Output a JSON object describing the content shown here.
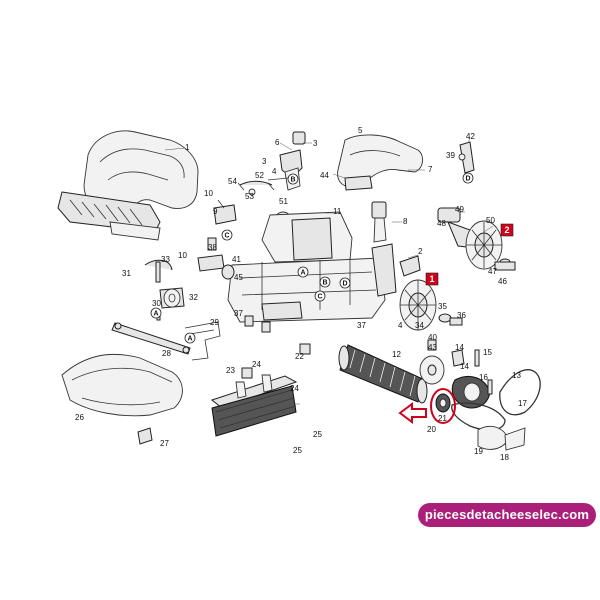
{
  "watermark": {
    "text": "piecesdetacheeselec.com",
    "color": "#a91f7a"
  },
  "accent_color": "#d0021b",
  "labels": {
    "n1": "1",
    "n2": "2",
    "n3": "3",
    "n4": "4",
    "n5": "5",
    "n6": "6",
    "n7": "7",
    "n8": "8",
    "n9": "9",
    "n10a": "10",
    "n10b": "10",
    "n11": "11",
    "n12": "12",
    "n13": "13",
    "n14": "14",
    "n15": "15",
    "n16": "16",
    "n17": "17",
    "n18": "18",
    "n19": "19",
    "n20": "20",
    "n21": "21",
    "n22": "22",
    "n23": "23",
    "n24a": "24",
    "n24b": "24",
    "n25a": "25",
    "n25b": "25",
    "n26": "26",
    "n27": "27",
    "n28": "28",
    "n29": "29",
    "n30": "30",
    "n31": "31",
    "n32": "32",
    "n33": "33",
    "n34": "34",
    "n35": "35",
    "n36": "36",
    "n37a": "37",
    "n37b": "37",
    "n38": "38",
    "n39": "39",
    "n40": "40",
    "n41": "41",
    "n42": "42",
    "n43": "43",
    "n44": "44",
    "n45": "45",
    "n46": "46",
    "n47": "47",
    "n48": "48",
    "n49": "49",
    "n50": "50",
    "n51": "51",
    "n52": "52",
    "n53": "53",
    "n54": "54"
  },
  "letters": {
    "A1": "A",
    "A2": "A",
    "A3": "A",
    "B1": "B",
    "B2": "B",
    "C1": "C",
    "C2": "C",
    "D1": "D",
    "D2": "D"
  },
  "badges": {
    "b1": "1",
    "b2": "2"
  }
}
